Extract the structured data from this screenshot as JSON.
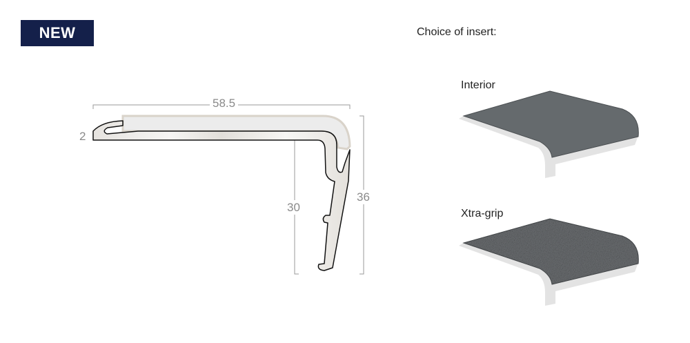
{
  "badge": {
    "label": "NEW",
    "color": "#14204a"
  },
  "profile": {
    "dimensions": {
      "width": "58.5",
      "thickness": "2",
      "inner_height": "30",
      "total_height": "36"
    }
  },
  "inserts": {
    "heading": "Choice of insert:",
    "items": [
      {
        "label": "Interior",
        "color": "#656a6d"
      },
      {
        "label": "Xtra-grip",
        "color": "#6b6e70"
      }
    ]
  }
}
